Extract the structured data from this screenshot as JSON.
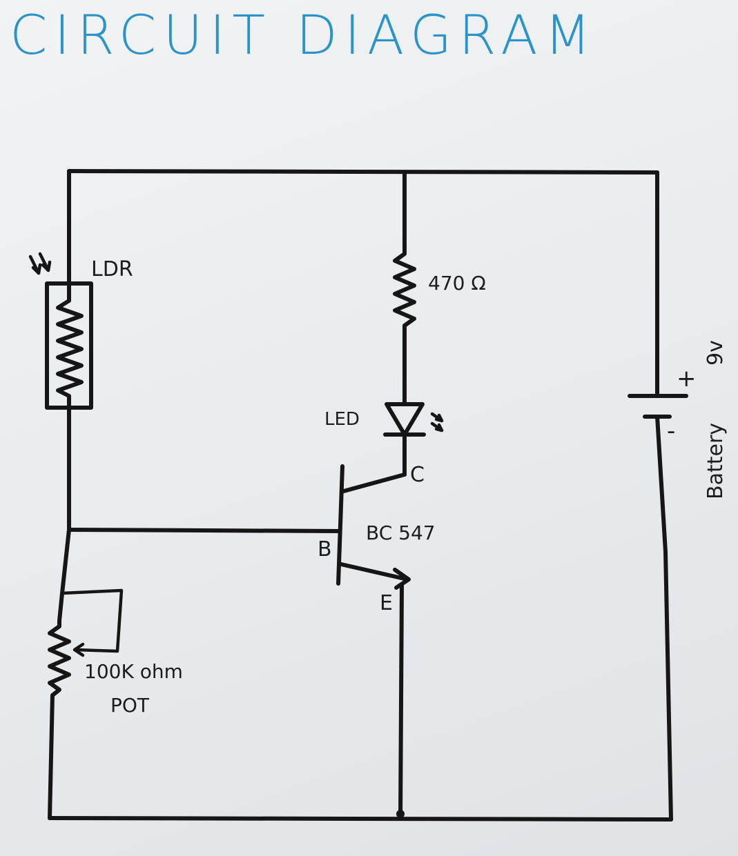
{
  "title": "CIRCUIT DIAGRAM",
  "labels": {
    "ldr": "LDR",
    "resistor": "470 Ω",
    "led": "LED",
    "collector": "C",
    "base": "B",
    "emitter": "E",
    "transistor": "BC 547",
    "pot_value": "100K ohm",
    "pot": "POT",
    "battery": "Battery",
    "battery_voltage": "9v",
    "plus": "+",
    "minus": "-"
  },
  "colors": {
    "title": "#2a93c9",
    "ink": "#161616",
    "paper": "#eceef0"
  }
}
